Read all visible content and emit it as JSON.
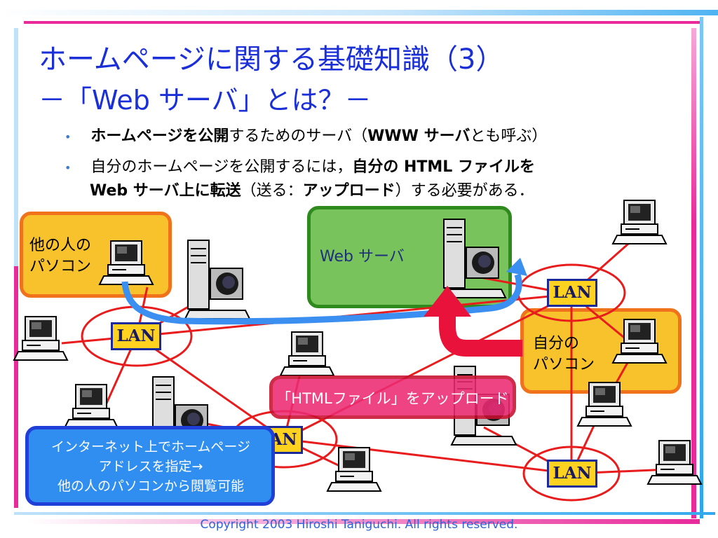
{
  "slide": {
    "title_line1": "ホームページに関する基礎知識（3）",
    "title_line2": "－「Web サーバ」とは？－",
    "bullet_marker": "•"
  },
  "bullets": [
    {
      "bold": "ホームページを公開",
      "text_a": "するためのサーバ（",
      "bold_b": "WWW サーバ",
      "text_b": "とも呼ぶ）"
    },
    {
      "text_a": "自分のホームページを公開するには，",
      "bold": "自分の HTML ファイルを"
    },
    {
      "bold": "Web サーバ上に転送",
      "text_a": "（送る：",
      "bold_b": "アップロード",
      "text_b": "）する必要がある．"
    }
  ],
  "diagram": {
    "other_pc_line1": "他の人の",
    "other_pc_line2": "パソコン",
    "web_server_label": "Web サーバ",
    "my_pc_line1": "自分の",
    "my_pc_line2": "パソコン",
    "lan_label": "LAN",
    "upload_label": "「HTMLファイル」をアップロード",
    "view_line1": "インターネット上でホームページ",
    "view_line2": "アドレスを指定→",
    "view_line3": "他の人のパソコンから閲覧可能"
  },
  "footer": {
    "copyright": "Copyright 2003 Hiroshi Taniguchi. All rights reserved."
  },
  "colors": {
    "title": "#1a2fd8",
    "network_line": "#e81c1c",
    "lan_box": "#ffd21f",
    "orange_box": "#f7c22b",
    "green_box": "#79c35c",
    "blue_box": "#2f8ef0",
    "upload_arrow": "#e8123a",
    "view_arrow": "#3a8ff0"
  }
}
